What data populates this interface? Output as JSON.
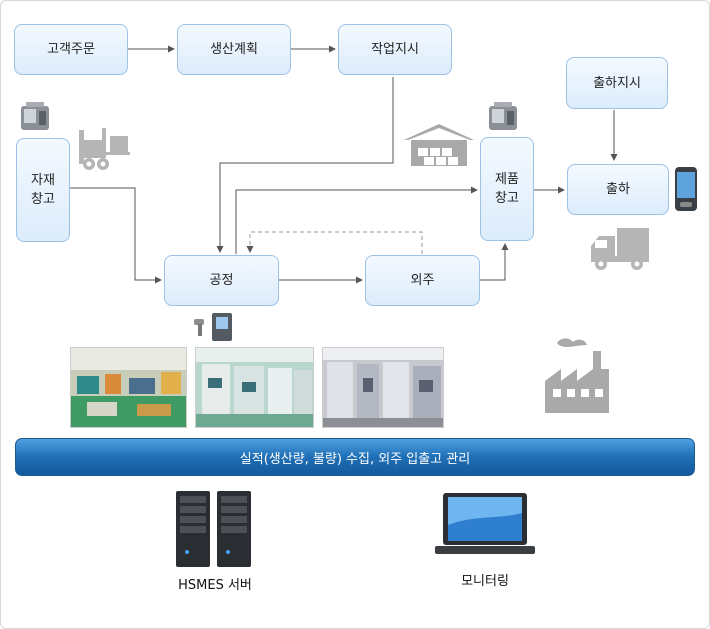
{
  "nodes": {
    "customer_order": "고객주문",
    "production_plan": "생산계획",
    "work_order": "작업지시",
    "shipping_order": "출하지시",
    "material_warehouse": "자재\n창고",
    "product_warehouse": "제품\n창고",
    "shipping": "출하",
    "process": "공정",
    "outsourcing": "외주"
  },
  "banner": "실적(생산량, 불량) 수집, 외주 입출고 관리",
  "devices": {
    "server_label": "HSMES 서버",
    "monitor_label": "모니터링"
  },
  "colors": {
    "node_border": "#9cc2e6",
    "node_fill": "#dcecfb",
    "banner": "#1f6fb6",
    "connector": "#555555",
    "icon_gray": "#9a9a9a"
  },
  "icons": [
    "label-printer-icon",
    "forklift-icon",
    "warehouse-icon",
    "label-printer-icon",
    "mobile-device-icon",
    "truck-icon",
    "barcode-scanner-icon",
    "factory-icon",
    "server-icon",
    "laptop-icon"
  ]
}
